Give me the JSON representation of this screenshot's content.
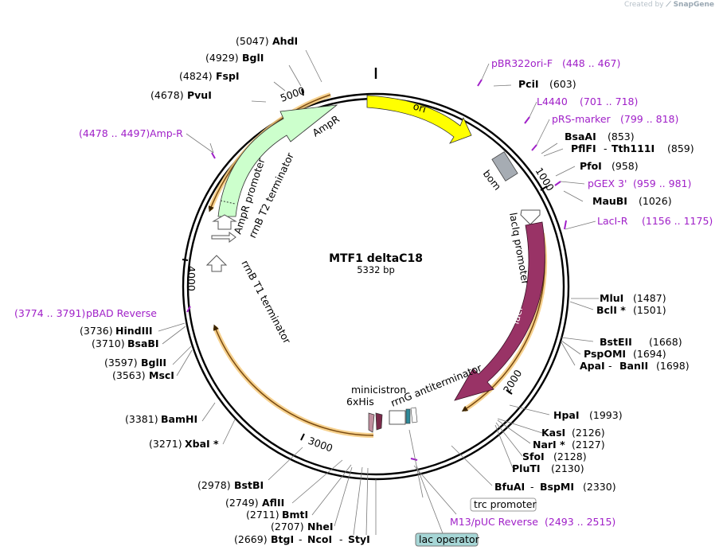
{
  "credit": {
    "prefix": "Created by",
    "brand": "SnapGene"
  },
  "title": "MTF1 deltaC18",
  "subtitle": "5332 bp",
  "ticks": [
    "1000",
    "2000",
    "3000",
    "4000",
    "5000"
  ],
  "features": {
    "ori": "ori",
    "bom": "bom",
    "ampr": "AmpR",
    "ampr_promoter": "AmpR promoter",
    "rrnb_t2": "rrnB T2 terminator",
    "rrnb_t1": "rrnB T1 terminator",
    "lacl": "lacI",
    "laclq": "lacIq promoter",
    "rrng": "rrnG antiterminator",
    "minicistron": "minicistron",
    "his": "6xHis",
    "trc": "trc promoter",
    "lacop": "lac operator"
  },
  "sites": {
    "ahdi": {
      "name": "AhdI",
      "pos": "(5047)"
    },
    "bgli": {
      "name": "BglI",
      "pos": "(4929)"
    },
    "fspi": {
      "name": "FspI",
      "pos": "(4824)"
    },
    "pvui": {
      "name": "PvuI",
      "pos": "(4678)"
    },
    "hindiii": {
      "name": "HindIII",
      "pos": "(3736)"
    },
    "bsabi": {
      "name": "BsaBI",
      "pos": "(3710)"
    },
    "bglii": {
      "name": "BglII",
      "pos": "(3597)"
    },
    "msci": {
      "name": "MscI",
      "pos": "(3563)"
    },
    "bamhi": {
      "name": "BamHI",
      "pos": "(3381)"
    },
    "xbai": {
      "name": "XbaI *",
      "pos": "(3271)"
    },
    "bstbi": {
      "name": "BstBI",
      "pos": "(2978)"
    },
    "aflii": {
      "name": "AflII",
      "pos": "(2749)"
    },
    "bmti": {
      "name": "BmtI",
      "pos": "(2711)"
    },
    "nhei": {
      "name": "NheI",
      "pos": "(2707)"
    },
    "btgi": {
      "name": "BtgI",
      "pos": "(2669)"
    },
    "ncoi": {
      "name": "NcoI"
    },
    "styi": {
      "name": "StyI"
    },
    "pcii": {
      "name": "PciI",
      "pos": "(603)"
    },
    "bsaai": {
      "name": "BsaAI",
      "pos": "(853)"
    },
    "pflfi": {
      "name": "PflFI"
    },
    "tth111i": {
      "name": "Tth111I",
      "pos": "(859)"
    },
    "pfoi": {
      "name": "PfoI",
      "pos": "(958)"
    },
    "maubi": {
      "name": "MauBI",
      "pos": "(1026)"
    },
    "mlui": {
      "name": "MluI",
      "pos": "(1487)"
    },
    "bcli": {
      "name": "BclI *",
      "pos": "(1501)"
    },
    "bsteii": {
      "name": "BstEII",
      "pos": "(1668)"
    },
    "pspomi": {
      "name": "PspOMI",
      "pos": "(1694)"
    },
    "apai": {
      "name": "ApaI"
    },
    "banii": {
      "name": "BanII",
      "pos": "(1698)"
    },
    "hpai": {
      "name": "HpaI",
      "pos": "(1993)"
    },
    "kasi": {
      "name": "KasI",
      "pos": "(2126)"
    },
    "nari": {
      "name": "NarI *",
      "pos": "(2127)"
    },
    "sfoi": {
      "name": "SfoI",
      "pos": "(2128)"
    },
    "pluti": {
      "name": "PluTI",
      "pos": "(2130)"
    },
    "bfuai": {
      "name": "BfuAI"
    },
    "bspmi": {
      "name": "BspMI",
      "pos": "(2330)"
    }
  },
  "primers": {
    "pbr322": {
      "name": "pBR322ori-F",
      "range": "(448 .. 467)"
    },
    "l4440": {
      "name": "L4440",
      "range": "(701 .. 718)"
    },
    "prs": {
      "name": "pRS-marker",
      "range": "(799 .. 818)"
    },
    "pgex": {
      "name": "pGEX 3'",
      "range": "(959 .. 981)"
    },
    "lacir": {
      "name": "LacI-R",
      "range": "(1156 .. 1175)"
    },
    "m13": {
      "name": "M13/pUC Reverse",
      "range": "(2493 .. 2515)"
    },
    "ampr": {
      "name": "Amp-R",
      "range": "(4478 .. 4497)"
    },
    "pbad": {
      "name": "pBAD Reverse",
      "range": "(3774 .. 3791)"
    }
  },
  "colors": {
    "ori": "#ffff00",
    "ampr": "#ccffcc",
    "lacl": "#993366",
    "bom": "#a6acb3",
    "primer": "#a020c8",
    "orange_glow": "#f5c97a",
    "lacop_bg": "#a6d6d6"
  }
}
